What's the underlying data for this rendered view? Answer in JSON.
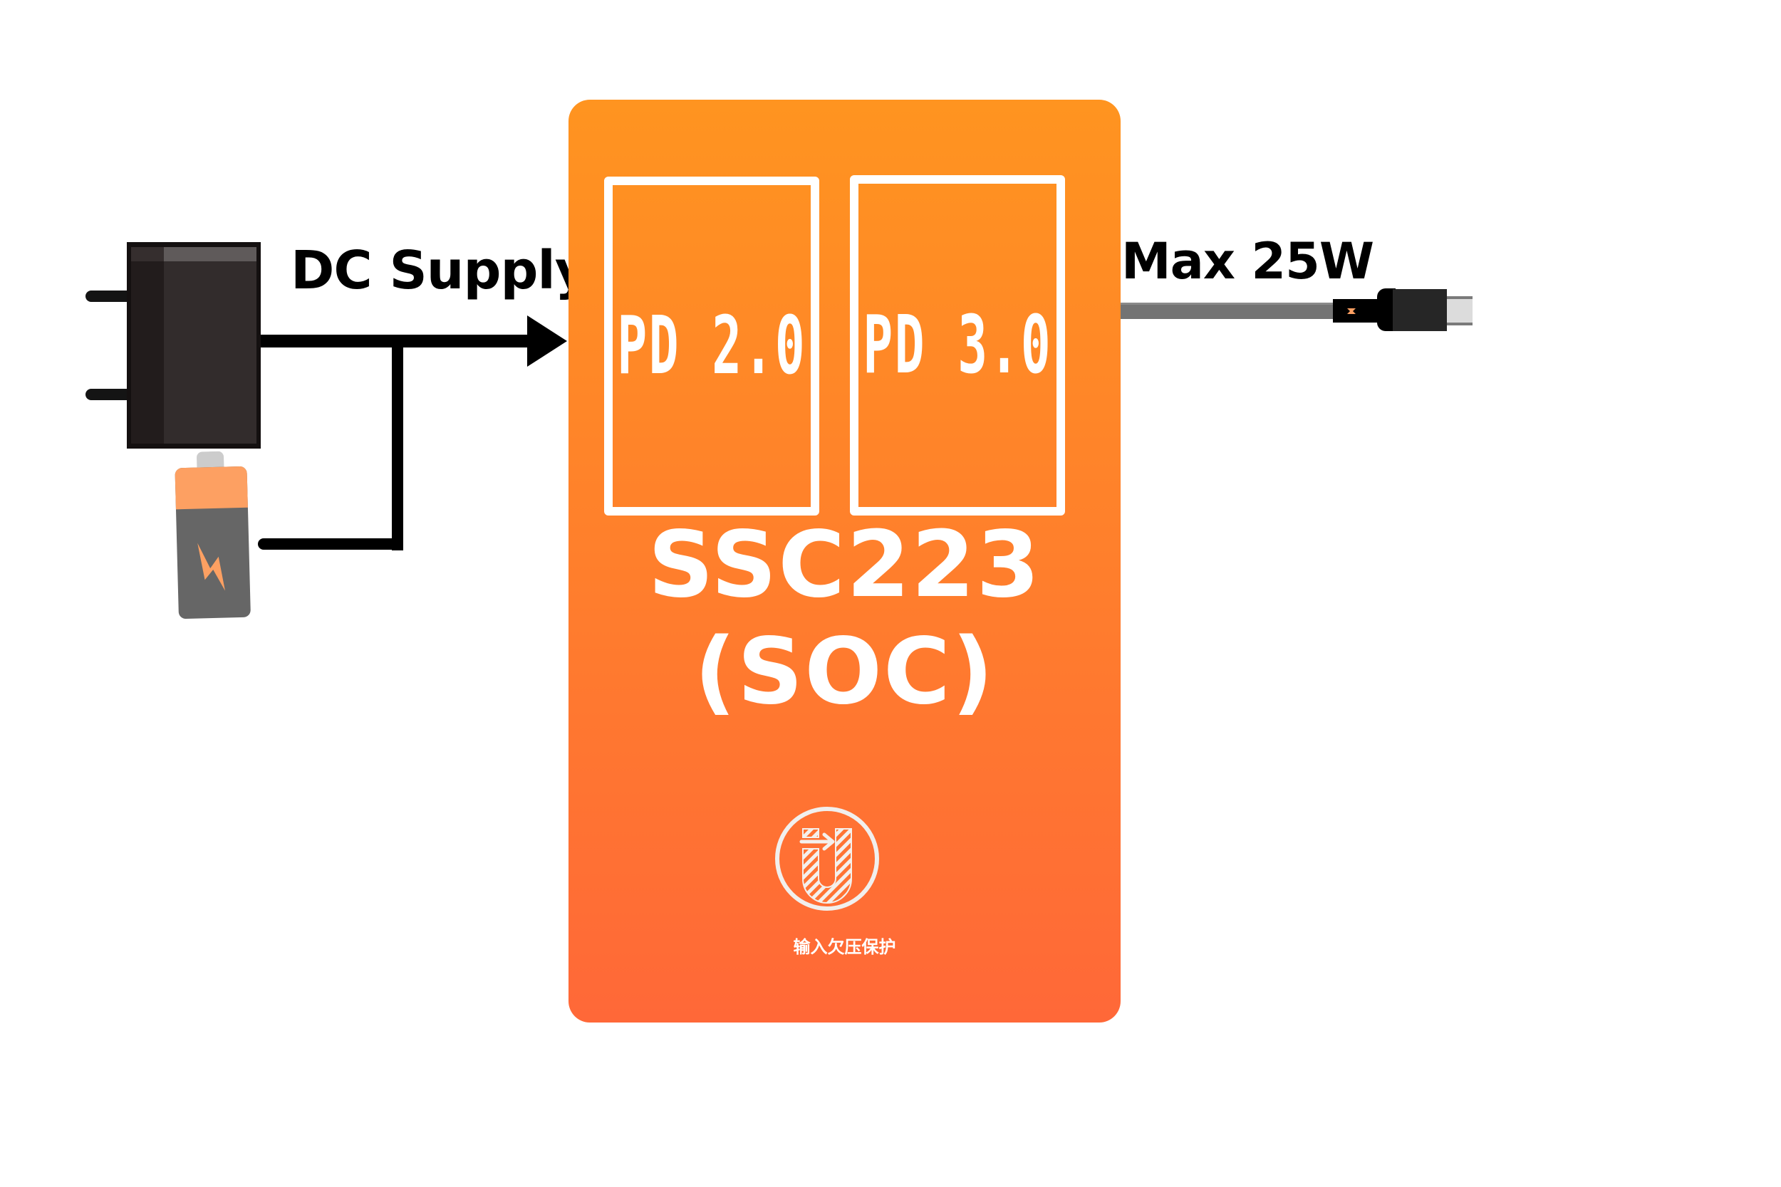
{
  "diagram": {
    "title": "SSC223 power delivery block diagram",
    "inputs": {
      "label": "DC Supply",
      "sources": [
        {
          "name": "Wall adapter",
          "icon": "power-adapter-icon"
        },
        {
          "name": "Battery",
          "icon": "battery-icon"
        }
      ]
    },
    "soc": {
      "name_line1": "SSC223",
      "name_line2": "(SOC)",
      "protocols": [
        "PD 2.0",
        "PD 3.0"
      ],
      "feature": {
        "icon": "undervoltage-protection-icon",
        "label": "输入欠压保护"
      }
    },
    "output": {
      "label": "Max 25W",
      "icon": "usb-c-cable-icon"
    },
    "colors": {
      "soc_gradient_top": "#ff9420",
      "soc_gradient_bottom": "#ff6838",
      "wire": "#000000",
      "cable": "#737373",
      "battery_accent": "#fda062",
      "battery_body": "#666666",
      "adapter": "#322c2c"
    }
  }
}
